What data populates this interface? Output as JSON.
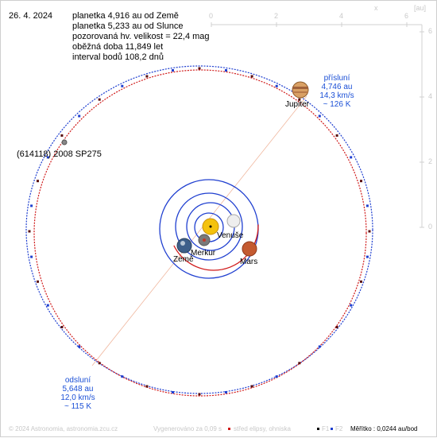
{
  "header": {
    "date": "26. 4. 2024",
    "lines": [
      "planetka 4,916 au od Země",
      "planetka 5,233 au od Slunce",
      "pozorovaná hv. velikost = 22,4 mag",
      "oběžná doba 11,849 let",
      "interval bodů 108,2 dnů"
    ]
  },
  "asteroid_name": "(614118) 2008 SP275",
  "planets": {
    "jupiter": "Jupiter",
    "venus": "Venuše",
    "mercury": "Merkur",
    "earth": "Země",
    "mars": "Mars"
  },
  "perihelion": [
    "přísluní",
    "4,746 au",
    "14,3 km/s",
    "~ 126 K"
  ],
  "aphelion": [
    "odsluní",
    "5,648 au",
    "12,0 km/s",
    "~ 115 K"
  ],
  "axes": {
    "x_ticks": [
      "0",
      "2",
      "4",
      "6"
    ],
    "y_ticks": [
      "6",
      "4",
      "2",
      "0"
    ],
    "x_label": "x",
    "unit_label": "[au]"
  },
  "footer": {
    "copyright": "© 2024 Astronomia, astronomia.zcu.cz",
    "generated": "Vygenerováno za 0,09 s",
    "legend_center": "střed elipsy, ohniska",
    "legend_f1": "F1",
    "legend_f2": "F2",
    "scale": "Měřítko : 0,0244 au/bod"
  },
  "colors": {
    "blue_orbit": "#1f3fd0",
    "red_orbit": "#d01a1a",
    "label_blue": "#1a4fd6",
    "sun": "#f4c20d"
  }
}
